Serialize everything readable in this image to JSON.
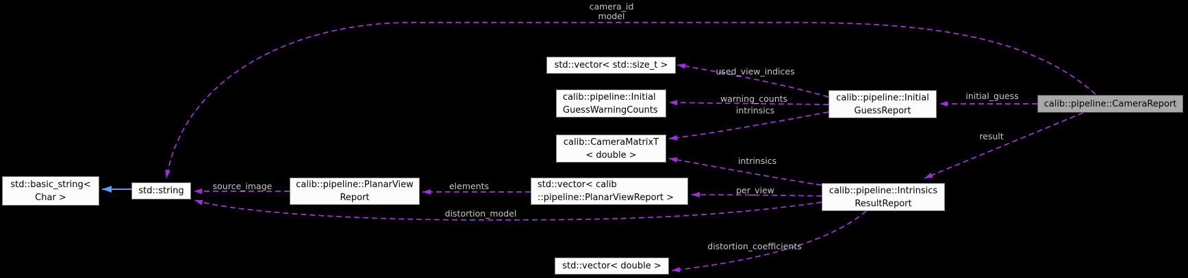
{
  "diagram": {
    "title": "collaboration graph for calib::pipeline::CameraReport",
    "colors": {
      "background": "#000000",
      "usage_edge": "#A23BD8",
      "usage_arrowhead": "#A52BE0",
      "inheritance_edge": "#5B9EF0",
      "edge_label_text": "#C8C8C8",
      "node_fill": "#FCFCFC",
      "node_border": "#7A7A7A",
      "highlighted_node_fill": "#A9A9A9",
      "highlighted_node_border": "#545454"
    },
    "nodes": [
      {
        "id": "basic-string",
        "label": "std::basic_string<\nChar >"
      },
      {
        "id": "std-string",
        "label": "std::string"
      },
      {
        "id": "planar-view-report",
        "label": "calib::pipeline::PlanarView\nReport"
      },
      {
        "id": "vector-planar-view-report",
        "label": "std::vector< calib\n::pipeline::PlanarViewReport >"
      },
      {
        "id": "vector-size-t",
        "label": "std::vector< std::size_t >"
      },
      {
        "id": "initial-guess-warning-counts",
        "label": "calib::pipeline::Initial\nGuessWarningCounts"
      },
      {
        "id": "camera-matrix",
        "label": "calib::CameraMatrixT\n< double >"
      },
      {
        "id": "initial-guess-report",
        "label": "calib::pipeline::Initial\nGuessReport"
      },
      {
        "id": "intrinsics-result-report",
        "label": "calib::pipeline::Intrinsics\nResultReport"
      },
      {
        "id": "camera-report",
        "label": "calib::pipeline::CameraReport",
        "highlighted": true
      },
      {
        "id": "vector-double",
        "label": "std::vector< double >"
      }
    ],
    "edge_labels": {
      "camera_id_model": "camera_id\nmodel",
      "used_view_indices": "used_view_indices",
      "warning_counts": "warning_counts",
      "intrinsics_initial": "intrinsics",
      "initial_guess": "initial_guess",
      "result": "result",
      "intrinsics_result": "intrinsics",
      "per_view": "per_view",
      "source_image": "source_image",
      "elements": "elements",
      "distortion_model": "distortion_model",
      "distortion_coefficients": "distortion_coefficients"
    }
  }
}
